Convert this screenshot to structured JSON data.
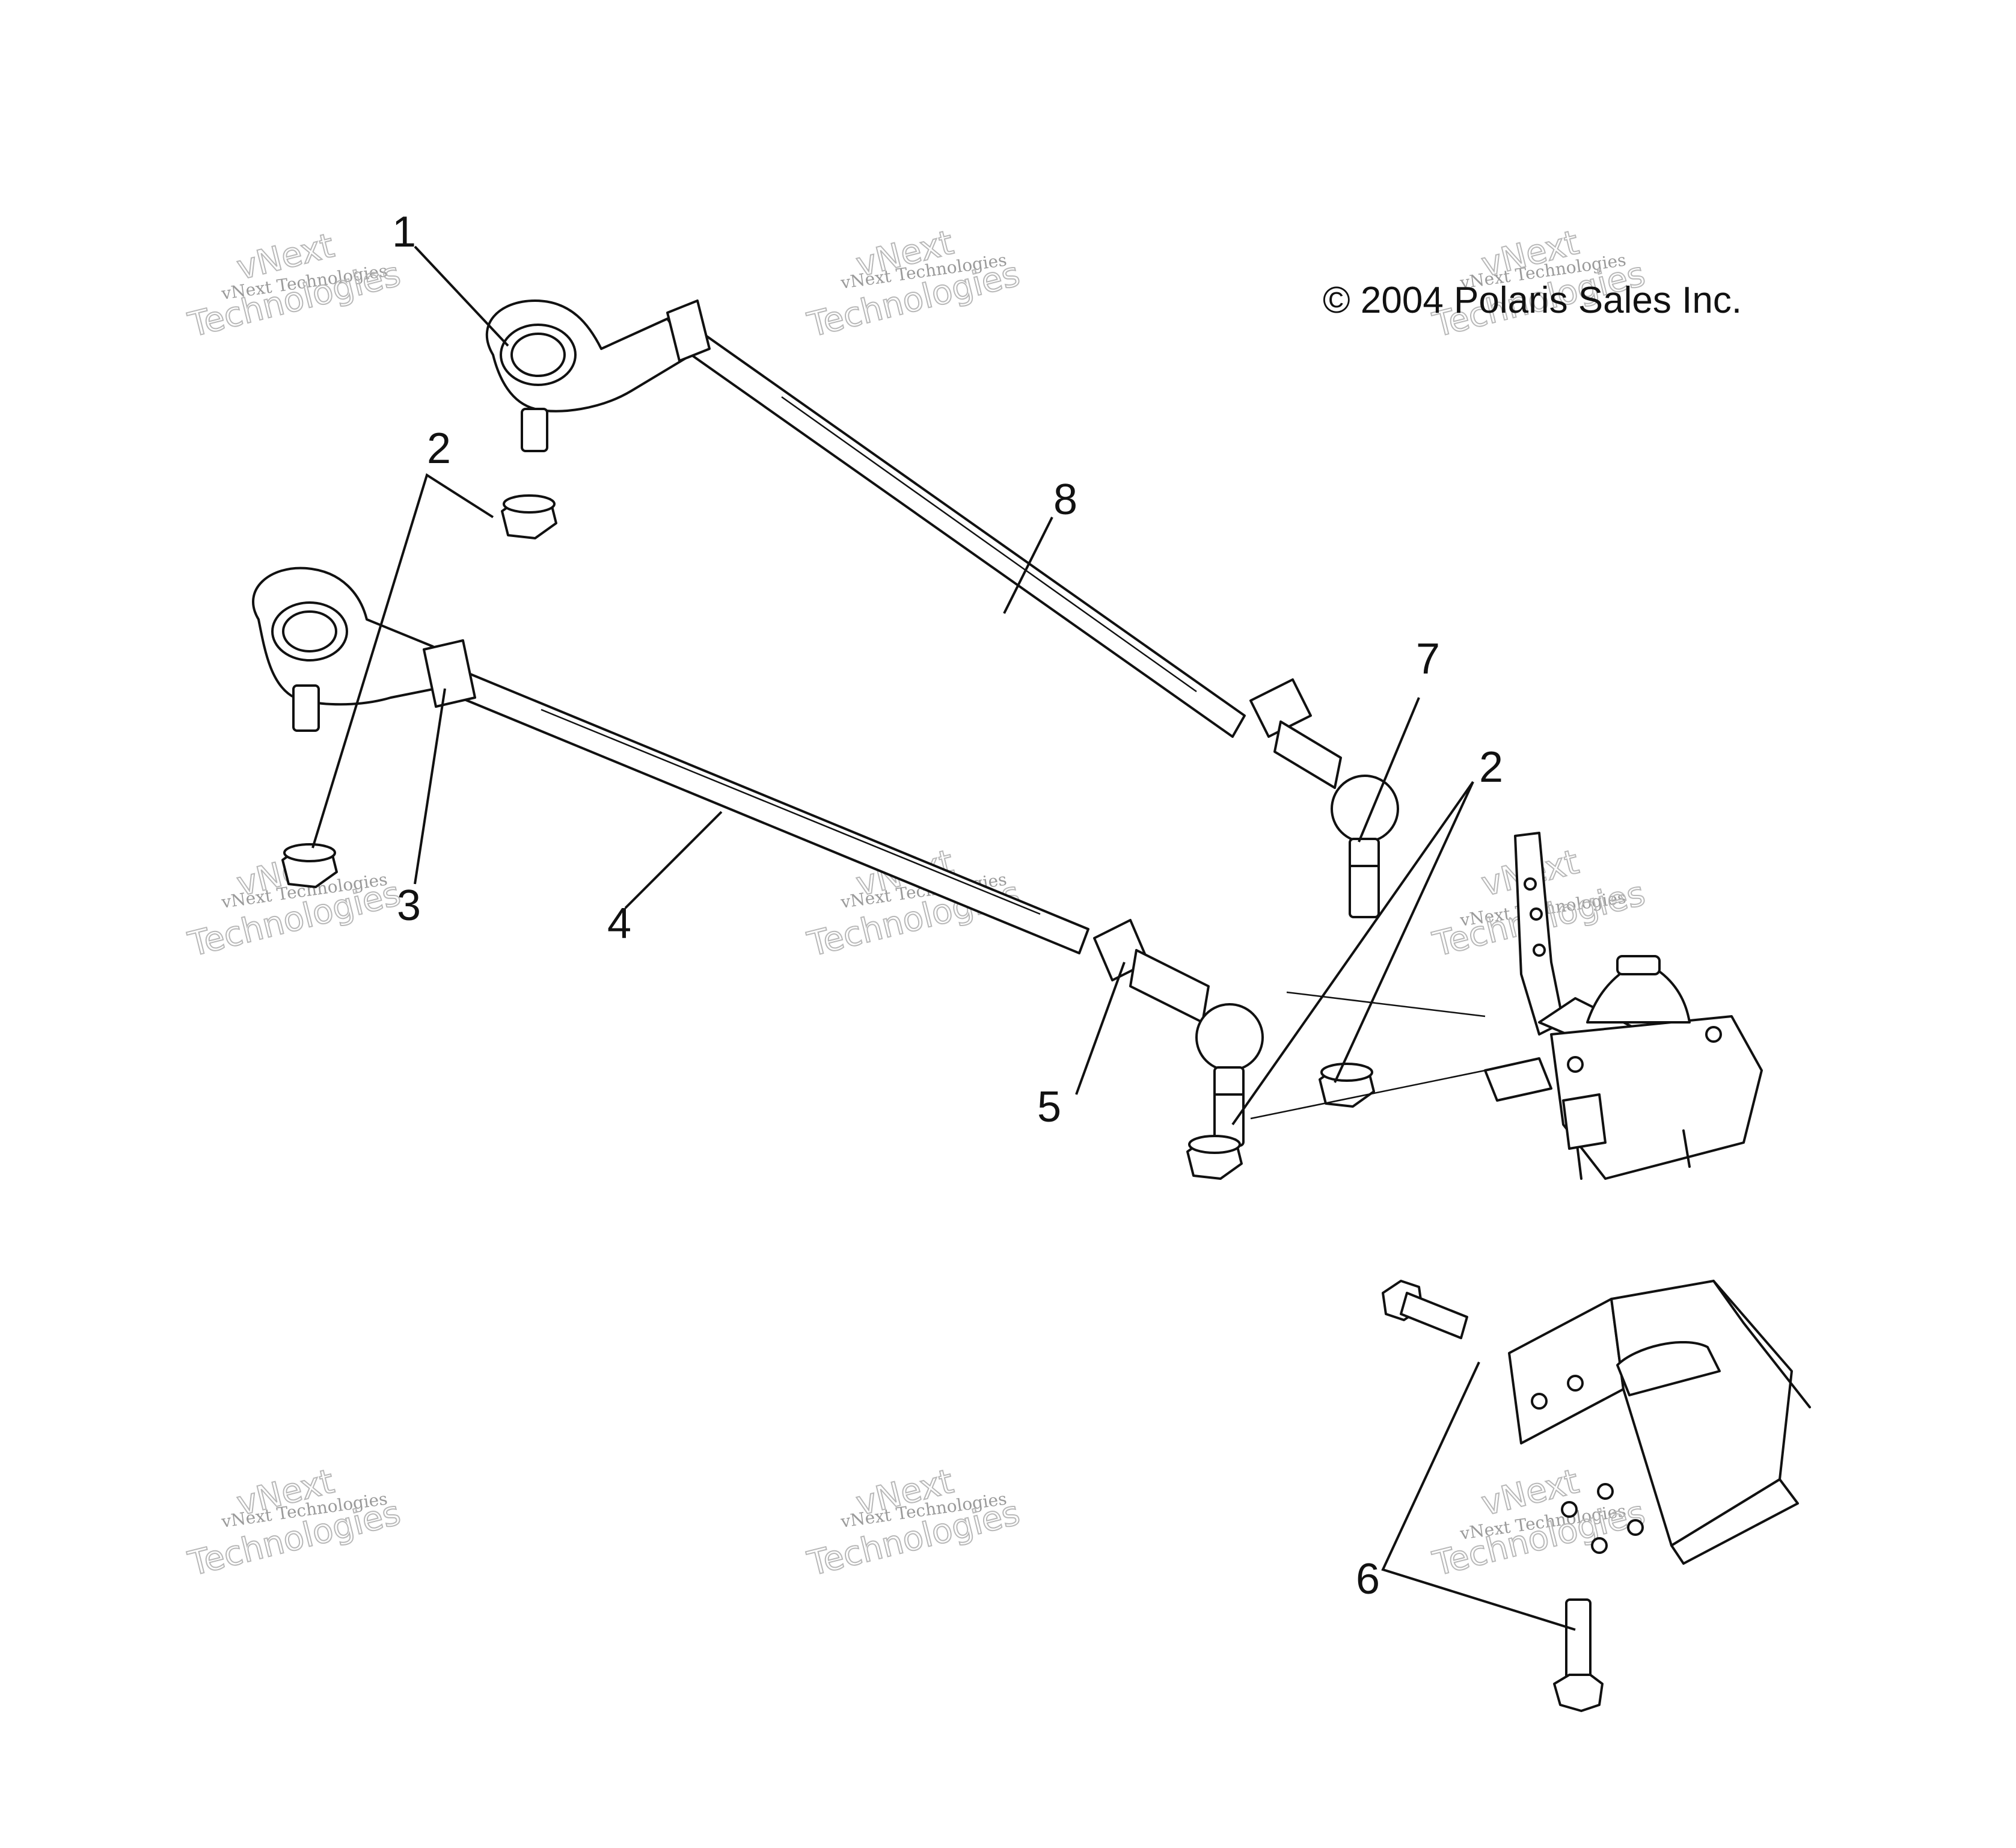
{
  "copyright": "© 2004 Polaris Sales Inc.",
  "watermark": {
    "line1": "vNext Technologies",
    "big1": "vNext",
    "big2": "Technologies"
  },
  "callouts": {
    "c1": "1",
    "c2a": "2",
    "c2b": "2",
    "c3": "3",
    "c4": "4",
    "c5": "5",
    "c6": "6",
    "c7": "7",
    "c8": "8"
  }
}
